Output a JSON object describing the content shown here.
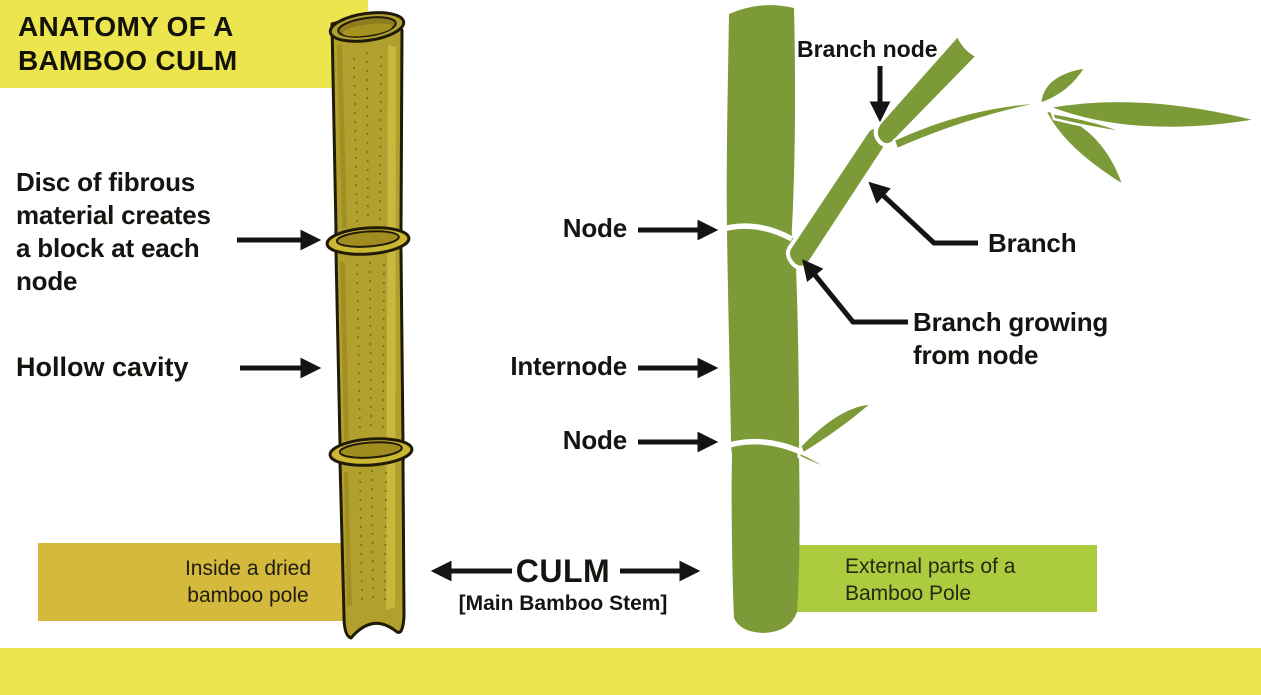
{
  "colors": {
    "yellow": "#ece54e",
    "mustard": "#d4b93c",
    "light-green": "#accb3f",
    "stem-green": "#7d9a38",
    "pole-body": "#b2a02e",
    "pole-light": "#c9b73e",
    "pole-dark": "#8e7d1e",
    "ink": "#16140e"
  },
  "title": {
    "line1": "ANATOMY OF A",
    "line2": "BAMBOO CULM"
  },
  "left": {
    "disc_label": "Disc of fibrous material creates a block at each node",
    "hollow_label": "Hollow cavity",
    "caption": "Inside a dried bamboo pole"
  },
  "center": {
    "culm": "CULM",
    "subtitle": "[Main Bamboo Stem]"
  },
  "right": {
    "branch_node": "Branch node",
    "node_upper": "Node",
    "branch": "Branch",
    "branch_growing": "Branch growing from node",
    "internode": "Internode",
    "node_lower": "Node",
    "caption": "External parts of a Bamboo Pole"
  }
}
